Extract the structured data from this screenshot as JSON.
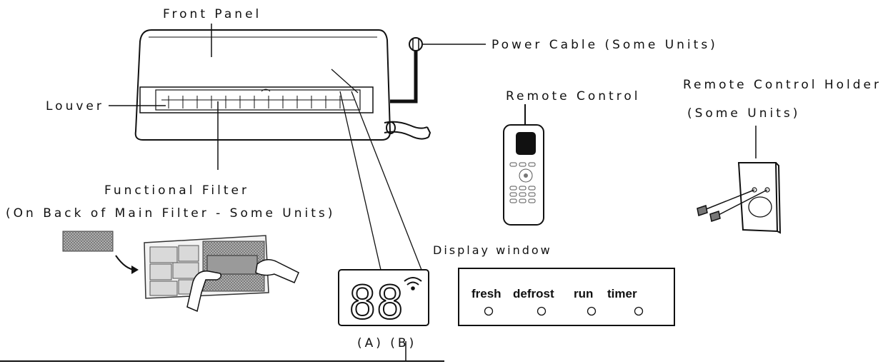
{
  "labels": {
    "front_panel": "Front Panel",
    "power_cable": "Power Cable (Some Units)",
    "louver": "Louver",
    "remote_control": "Remote Control",
    "remote_holder_line1": "Remote Control Holder",
    "remote_holder_line2": "(Some Units)",
    "functional_filter_line1": "Functional Filter",
    "functional_filter_line2": "(On Back of Main Filter - Some Units)",
    "display_window": "Display window",
    "ab": "(A) (B)"
  },
  "display": {
    "digits": "88",
    "indicators": [
      "fresh",
      "defrost",
      "run",
      "timer"
    ]
  },
  "icons": {
    "wifi": "wifi-icon"
  },
  "colors": {
    "line": "#111111",
    "filter_mesh": "#8a8a8a",
    "background": "#ffffff"
  }
}
